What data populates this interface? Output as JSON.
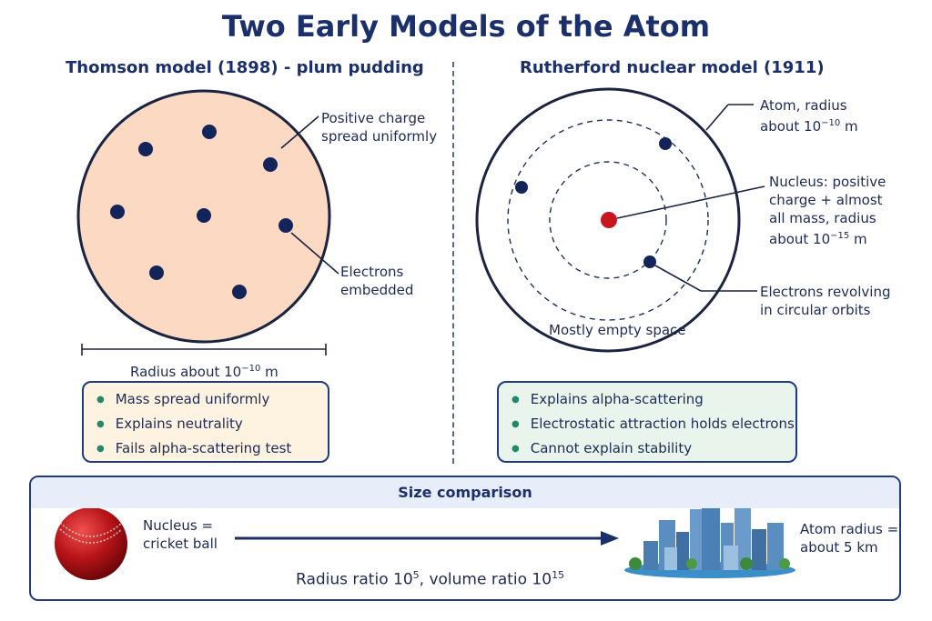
{
  "title": "Two Early Models of the Atom",
  "thomson": {
    "heading": "Thomson model (1898) - plum pudding",
    "label_positive": [
      "Positive charge",
      "spread uniformly"
    ],
    "label_electrons": [
      "Electrons",
      "embedded"
    ],
    "radius_label_prefix": "Radius about 10",
    "radius_label_exp": "−10",
    "radius_label_unit": " m",
    "bullets": [
      "Mass spread uniformly",
      "Explains neutrality",
      "Fails alpha-scattering test"
    ],
    "colors": {
      "sphere_fill": "#fbd9c3",
      "electron": "#12245a"
    }
  },
  "rutherford": {
    "heading": "Rutherford nuclear model (1911)",
    "label_atom_line1": "Atom, radius",
    "label_atom_line2_prefix": "about 10",
    "label_atom_line2_exp": "−10",
    "label_atom_line2_unit": " m",
    "label_nucleus_lines": [
      "Nucleus: positive",
      "charge + almost",
      "all mass, radius"
    ],
    "label_nucleus_last_prefix": "about 10",
    "label_nucleus_last_exp": "−15",
    "label_nucleus_last_unit": " m",
    "label_electrons": [
      "Electrons revolving",
      "in circular orbits"
    ],
    "label_empty": "Mostly empty space",
    "bullets": [
      "Explains alpha-scattering",
      "Electrostatic attraction holds electrons",
      "Cannot explain stability"
    ],
    "colors": {
      "nucleus": "#c8161e",
      "electron": "#12245a"
    }
  },
  "size_comparison": {
    "heading": "Size comparison",
    "nucleus_label": [
      "Nucleus =",
      "cricket ball"
    ],
    "atom_label": [
      "Atom radius =",
      "about 5 km"
    ],
    "ratio_prefix": "Radius ratio 10",
    "ratio_exp1": "5",
    "ratio_mid": ", volume ratio 10",
    "ratio_exp2": "15"
  }
}
